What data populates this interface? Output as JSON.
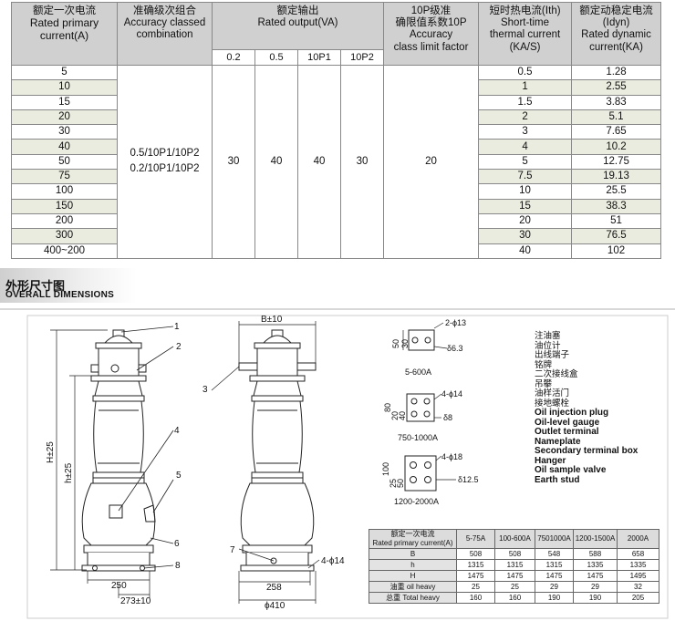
{
  "spec_table": {
    "headers": {
      "primary_zh": "额定一次电流",
      "primary_en1": "Rated primary",
      "primary_en2": "current(A)",
      "accuracy_zh": "准确级次组合",
      "accuracy_en1": "Accuracy classed",
      "accuracy_en2": "combination",
      "output_zh": "额定输出",
      "output_en": "Rated output(VA)",
      "alf_zh1": "10P级准",
      "alf_zh2": "确限值系数10P",
      "alf_en1": "Accuracy",
      "alf_en2": "class limit factor",
      "thermal_zh": "短时热电流(Ⅰth)",
      "thermal_en1": "Short-time",
      "thermal_en2": "thermal current",
      "thermal_en3": "(KA/S)",
      "dynamic_zh": "额定动稳定电流",
      "dynamic_zh2": "(Ⅰdyn)",
      "dynamic_en1": "Rated dynamic",
      "dynamic_en2": "current(KA)"
    },
    "output_cols": [
      "0.2",
      "0.5",
      "10P1",
      "10P2"
    ],
    "combinations": [
      "0.5/10P1/10P2",
      "0.2/10P1/10P2"
    ],
    "output_values": [
      "30",
      "40",
      "40",
      "30"
    ],
    "alf_value": "20",
    "rows": [
      {
        "current": "5",
        "thermal": "0.5",
        "dynamic": "1.28"
      },
      {
        "current": "10",
        "thermal": "1",
        "dynamic": "2.55"
      },
      {
        "current": "15",
        "thermal": "1.5",
        "dynamic": "3.83"
      },
      {
        "current": "20",
        "thermal": "2",
        "dynamic": "5.1"
      },
      {
        "current": "30",
        "thermal": "3",
        "dynamic": "7.65"
      },
      {
        "current": "40",
        "thermal": "4",
        "dynamic": "10.2"
      },
      {
        "current": "50",
        "thermal": "5",
        "dynamic": "12.75"
      },
      {
        "current": "75",
        "thermal": "7.5",
        "dynamic": "19.13"
      },
      {
        "current": "100",
        "thermal": "10",
        "dynamic": "25.5"
      },
      {
        "current": "150",
        "thermal": "15",
        "dynamic": "38.3"
      },
      {
        "current": "200",
        "thermal": "20",
        "dynamic": "51"
      },
      {
        "current": "300",
        "thermal": "30",
        "dynamic": "76.5"
      },
      {
        "current": "400~200",
        "thermal": "40",
        "dynamic": "102"
      }
    ]
  },
  "section": {
    "title_zh": "外形尺寸图",
    "title_en": "OVERALL DIMENSIONS"
  },
  "drawing": {
    "callouts": [
      "1",
      "2",
      "3",
      "4",
      "5",
      "6",
      "7",
      "8"
    ],
    "dim_H": "H±25",
    "dim_h": "h±25",
    "dim_B": "B±10",
    "dim_250": "250",
    "dim_273": "273±10",
    "dim_258": "258",
    "dim_410": "ϕ410",
    "dim_holes": "4-ϕ14",
    "terminal_small": {
      "holes": "2-ϕ13",
      "thick": "δ6.3",
      "h": "50",
      "w": "30",
      "label": "5-600A"
    },
    "terminal_mid": {
      "holes": "4-ϕ14",
      "thick": "δ8",
      "h1": "80",
      "h2": "20",
      "h3": "40",
      "label": "750-1000A"
    },
    "terminal_big": {
      "holes": "4-ϕ18",
      "thick": "δ12.5",
      "h1": "100",
      "h2": "25",
      "h3": "50",
      "label": "1200-2000A"
    }
  },
  "legend": {
    "zh": [
      "注油塞",
      "油位计",
      "出线端子",
      "铭牌",
      "二次接线盒",
      "吊攀",
      "油样活门",
      "接地螺栓"
    ],
    "en": [
      "Oil injection plug",
      "Oil-level gauge",
      "Outlet terminal",
      "Nameplate",
      "Secondary terminal box",
      "Hanger",
      "Oil sample valve",
      "Earth stud"
    ]
  },
  "dim_table": {
    "head_zh": "额定一次电流",
    "head_en": "Rated primary current(A)",
    "cols": [
      "5-75A",
      "100-600A",
      "7501000A",
      "1200-1500A",
      "2000A"
    ],
    "rows": [
      {
        "label": "B",
        "values": [
          "508",
          "508",
          "548",
          "588",
          "658"
        ]
      },
      {
        "label": "h",
        "values": [
          "1315",
          "1315",
          "1315",
          "1335",
          "1335"
        ]
      },
      {
        "label": "H",
        "values": [
          "1475",
          "1475",
          "1475",
          "1475",
          "1495"
        ]
      },
      {
        "label": "油重 oil heavy",
        "values": [
          "25",
          "25",
          "29",
          "29",
          "32"
        ]
      },
      {
        "label": "总重 Total heavy",
        "values": [
          "160",
          "160",
          "190",
          "190",
          "205"
        ]
      }
    ]
  }
}
